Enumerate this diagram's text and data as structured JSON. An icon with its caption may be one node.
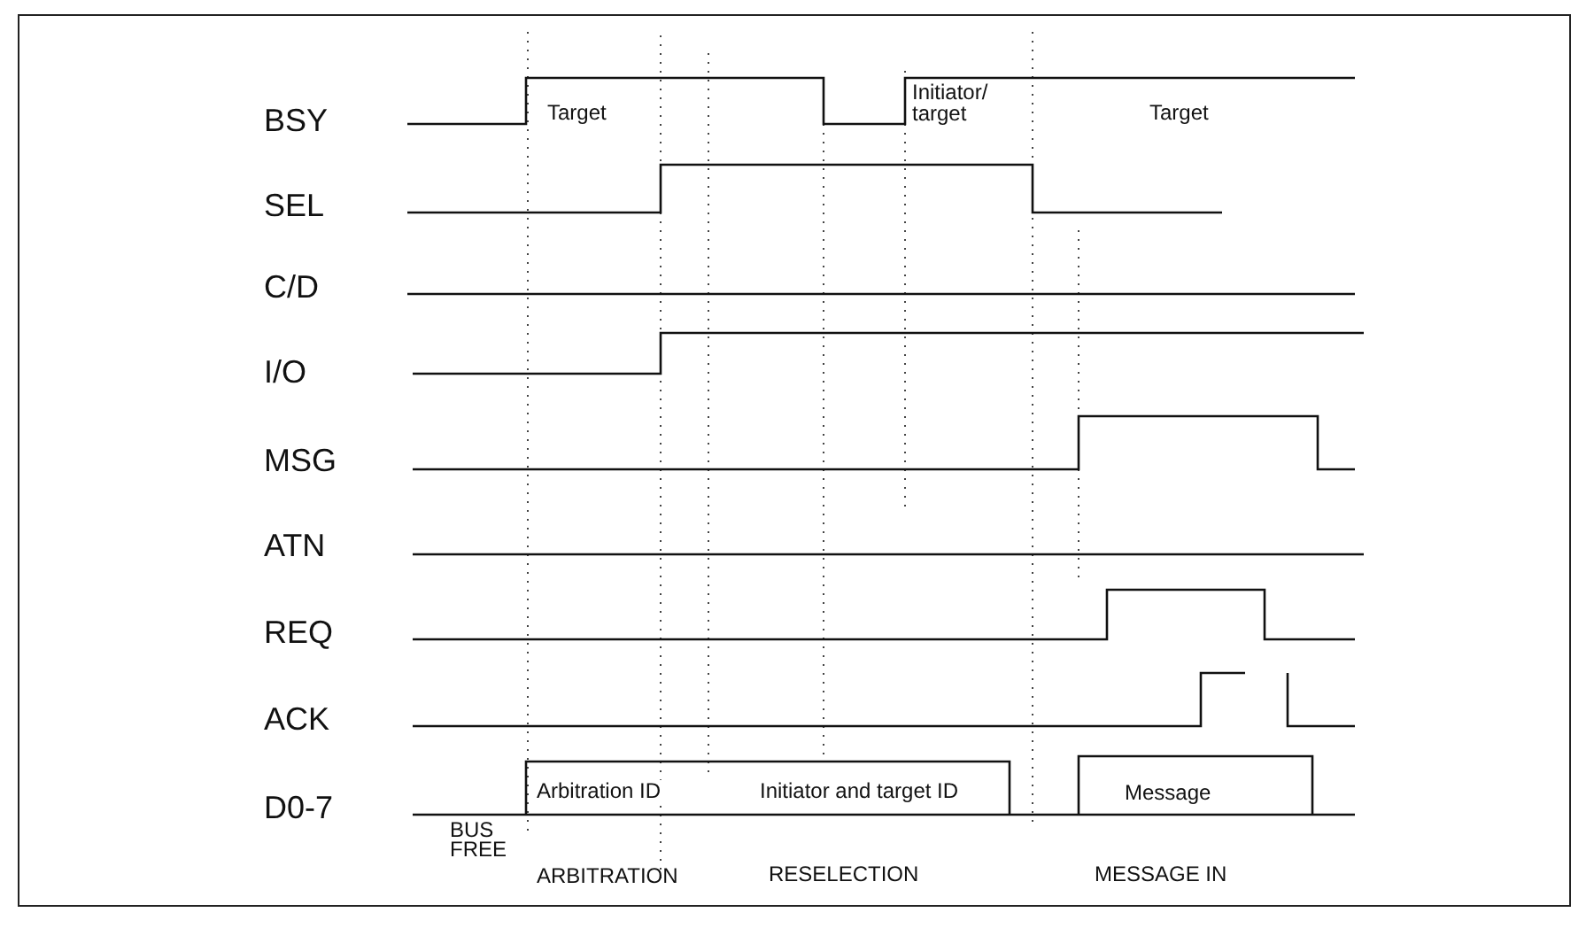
{
  "diagram": {
    "labels": [
      "BSY",
      "SEL",
      "C/D",
      "I/O",
      "MSG",
      "ATN",
      "REQ",
      "ACK",
      "D0-7",
      "Target",
      "Initiator/ target",
      "Target",
      "Arbitration ID",
      "Initiator and target ID",
      "Message",
      "BUS FREE",
      "ARBITRATION",
      "RESELECTION",
      "MESSAGE IN"
    ]
  }
}
